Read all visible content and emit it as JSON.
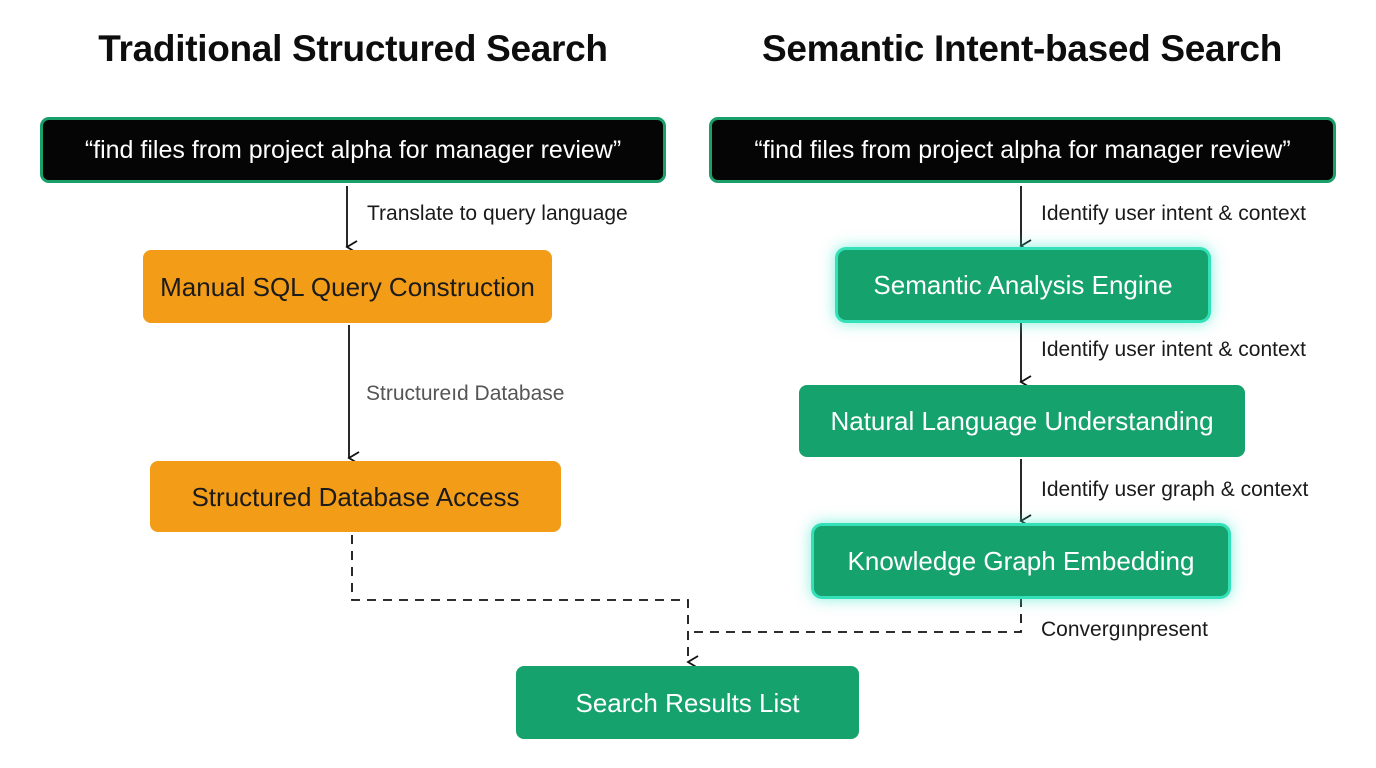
{
  "titles": {
    "left": "Traditional Structured Search",
    "right": "Semantic Intent-based Search"
  },
  "queries": {
    "left": "“find files from project alpha for manager review”",
    "right": "“find files from project alpha for manager review”"
  },
  "traditional": {
    "step1_label": "Translate to query language",
    "sql_node": "Manual SQL Query Construction",
    "step2_label": "Structureıd Database",
    "db_node": "Structured Database Access"
  },
  "semantic": {
    "step1_label": "Identify user intent & context",
    "analysis_node": "Semantic Analysis Engine",
    "step2_label": "Identify user intent & context",
    "nlu_node": "Natural Language Understanding",
    "step3_label": "Identify user graph & context",
    "kg_node": "Knowledge Graph Embedding",
    "step4_label": "Convergınpresent"
  },
  "results": {
    "label": "Search Results List"
  },
  "colors": {
    "traditional_node": "#f39c18",
    "semantic_node": "#16a26d",
    "query_box": "#050505",
    "query_border": "#1a9e6a",
    "glow": "#33e0b8"
  }
}
